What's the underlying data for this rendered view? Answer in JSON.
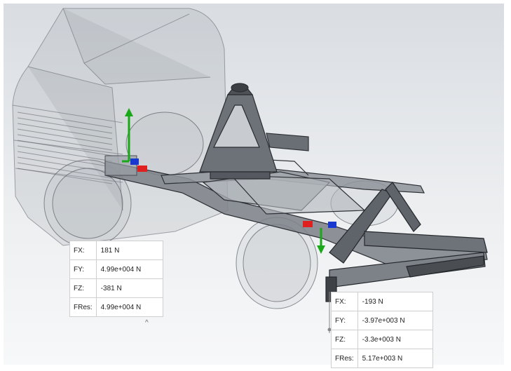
{
  "viewport": {
    "background_top": "#d9dde2",
    "background_bottom": "#f5f6f7",
    "axis_colors": {
      "x": "#e02020",
      "y": "#18a818",
      "z": "#1838d0"
    }
  },
  "force_tables": [
    {
      "rows": [
        {
          "label": "FX:",
          "value": "181 N"
        },
        {
          "label": "FY:",
          "value": "4.99e+004 N"
        },
        {
          "label": "FZ:",
          "value": "-381 N"
        },
        {
          "label": "FRes:",
          "value": "4.99e+004 N"
        }
      ]
    },
    {
      "rows": [
        {
          "label": "FX:",
          "value": "-193 N"
        },
        {
          "label": "FY:",
          "value": "-3.97e+003 N"
        },
        {
          "label": "FZ:",
          "value": "-3.3e+003 N"
        },
        {
          "label": "FRes:",
          "value": "5.17e+003 N"
        }
      ]
    }
  ],
  "collapse_caret": "^"
}
